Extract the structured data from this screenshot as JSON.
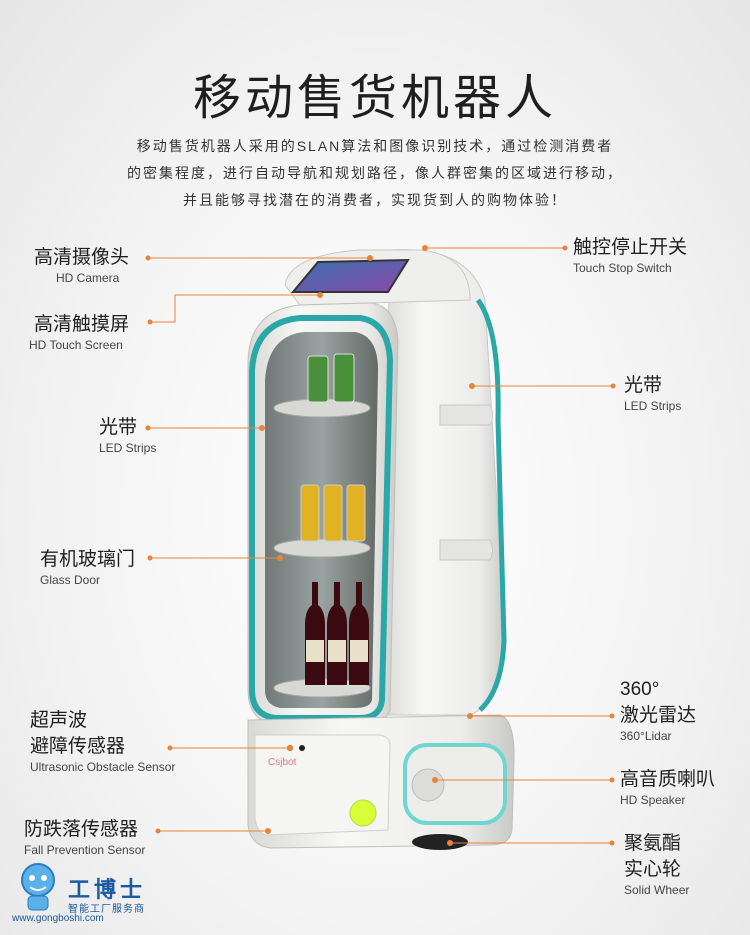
{
  "title": "移动售货机器人",
  "description": [
    "移动售货机器人采用的SLAN算法和图像识别技术，通过检测消费者",
    "的密集程度，进行自动导航和规划路径，像人群密集的区域进行移动，",
    "并且能够寻找潜在的消费者，实现货到人的购物体验！"
  ],
  "labels": {
    "hd_camera": {
      "cn": "高清摄像头",
      "en": "HD Camera"
    },
    "hd_touch_screen": {
      "cn": "高清触摸屏",
      "en": "HD Touch Screen"
    },
    "led_strips_left": {
      "cn": "光带",
      "en": "LED Strips"
    },
    "glass_door": {
      "cn": "有机玻璃门",
      "en": "Glass Door"
    },
    "ultrasonic_sensor": {
      "cn1": "超声波",
      "cn2": "避障传感器",
      "en": "Ultrasonic Obstacle Sensor"
    },
    "fall_prevention": {
      "cn": "防跌落传感器",
      "en": "Fall Prevention Sensor"
    },
    "touch_stop": {
      "cn": "触控停止开关",
      "en": "Touch Stop Switch"
    },
    "led_strips_right": {
      "cn": "光带",
      "en": "LED Strips"
    },
    "lidar": {
      "cn1": "360°",
      "cn2": "激光雷达",
      "en": "360°Lidar"
    },
    "hd_speaker": {
      "cn": "高音质喇叭",
      "en": "HD Speaker"
    },
    "solid_wheel": {
      "cn1": "聚氨酯",
      "cn2": "实心轮",
      "en": "Solid Wheer"
    }
  },
  "robot_brand": "Csjbot",
  "watermark": {
    "brand": "工博士",
    "sub": "智能工厂服务商",
    "url": "www.gongboshi.com"
  },
  "colors": {
    "leader": "#e8833a",
    "teal": "#2aa8a8",
    "body": "#f2f2f0"
  }
}
